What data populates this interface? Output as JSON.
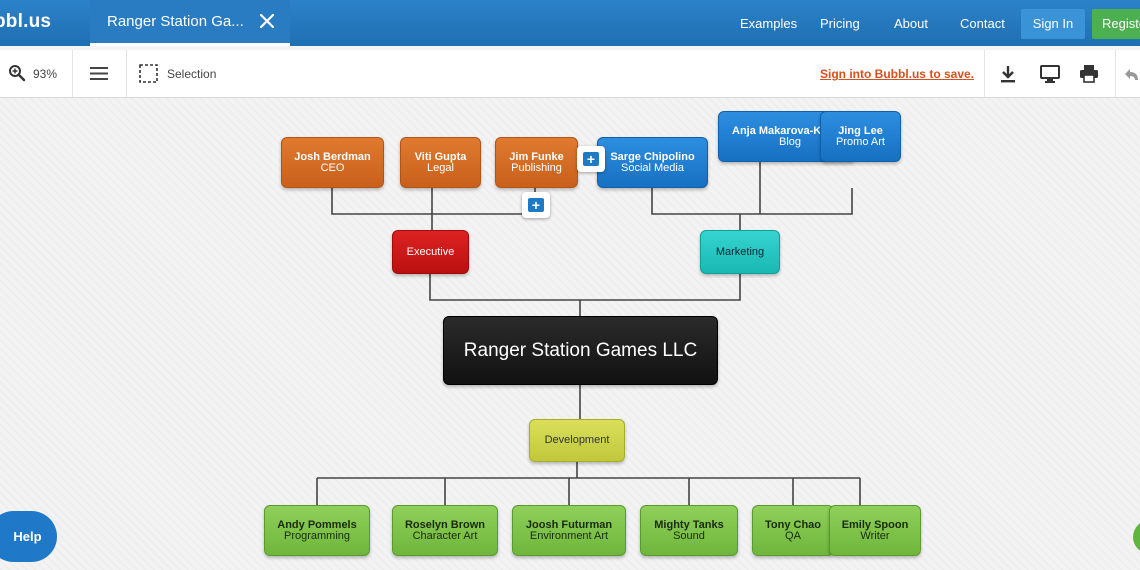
{
  "header": {
    "logo": "bbl.us",
    "tab_title": "Ranger Station Ga...",
    "nav": [
      "Examples",
      "Pricing",
      "About",
      "Contact"
    ],
    "sign_in": "Sign In",
    "register": "Register"
  },
  "toolbar": {
    "zoom": "93%",
    "selection_label": "Selection",
    "sign_in_to_save": "Sign into Bubbl.us to save."
  },
  "mindmap": {
    "root": "Ranger Station Games LLC",
    "branches": {
      "executive": "Executive",
      "marketing": "Marketing",
      "development": "Development"
    },
    "executive_members": [
      {
        "name": "Josh Berdman",
        "role": "CEO"
      },
      {
        "name": "Viti Gupta",
        "role": "Legal"
      },
      {
        "name": "Jim Funke",
        "role": "Publishing"
      }
    ],
    "marketing_members": [
      {
        "name": "Sarge Chipolino",
        "role": "Social Media"
      },
      {
        "name": "Anja Makarova-K",
        "role": "Blog"
      },
      {
        "name": "Jing Lee",
        "role": "Promo Art"
      }
    ],
    "development_members": [
      {
        "name": "Andy Pommels",
        "role": "Programming"
      },
      {
        "name": "Roselyn Brown",
        "role": "Character Art"
      },
      {
        "name": "Joosh Futurman",
        "role": "Environment Art"
      },
      {
        "name": "Mighty Tanks",
        "role": "Sound"
      },
      {
        "name": "Tony Chao",
        "role": "QA"
      },
      {
        "name": "Emily Spoon",
        "role": "Writer"
      }
    ]
  },
  "help_label": "Help",
  "colors": {
    "header": "#1f6fb2",
    "executive": "#cc1a1a",
    "marketing": "#22c4bf",
    "development": "#ccd24a",
    "executive_members": "#d86c24",
    "marketing_members": "#1f7ed0",
    "development_members": "#7fc44b",
    "root": "#1a1a1a",
    "register": "#4caf50",
    "save_link": "#d84f1e"
  }
}
